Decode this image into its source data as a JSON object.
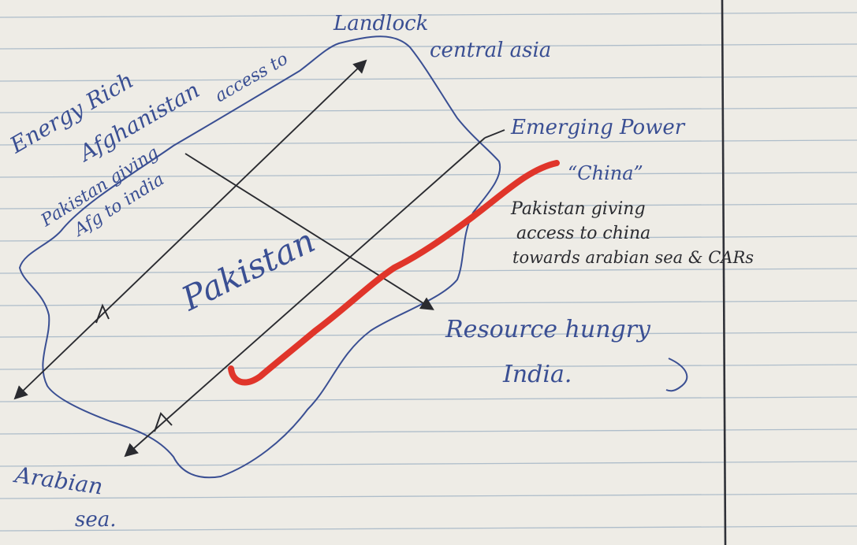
{
  "labels": {
    "landlock": "Landlock",
    "central_asia": "central asia",
    "energy_rich": "Energy Rich",
    "afghanistan": "Afghanistan",
    "access_to": "access to",
    "pakistan_giving_1": "Pakistan giving",
    "pakistan_giving_2": "Afg to india",
    "emerging_power": "Emerging Power",
    "china": "“China”",
    "china_note_1": "Pakistan giving",
    "china_note_2": "access to china",
    "china_note_3": "towards arabian sea & CARs",
    "pakistan": "Pakistan",
    "resource_hungry": "Resource hungry",
    "india": "India.",
    "arabian": "Arabian",
    "sea": "sea."
  },
  "colors": {
    "paper": "#eeece6",
    "rule_line": "#aebdca",
    "margin_line": "#2f3138",
    "blue_ink": "#3a4f93",
    "black_ink": "#2a2b30",
    "red_marker": "#e0352a"
  }
}
